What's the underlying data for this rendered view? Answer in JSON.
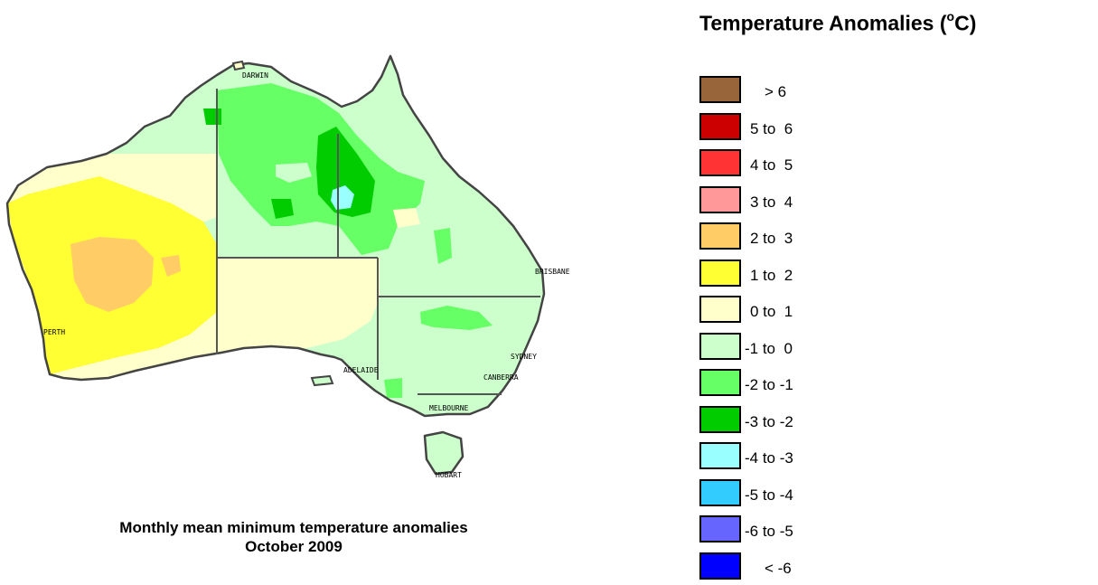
{
  "legend": {
    "title": "Temperature Anomalies (",
    "title_unit_degree": "o",
    "title_unit_suffix": "C)",
    "items": [
      {
        "label": "> 6",
        "color": "#98643a"
      },
      {
        "label": "5 to  6",
        "color": "#cc0000"
      },
      {
        "label": "4 to  5",
        "color": "#ff3333"
      },
      {
        "label": "3 to  4",
        "color": "#ff9999"
      },
      {
        "label": "2 to  3",
        "color": "#ffcc66"
      },
      {
        "label": "1 to  2",
        "color": "#ffff33"
      },
      {
        "label": "0 to  1",
        "color": "#ffffcc"
      },
      {
        "label": "-1 to  0",
        "color": "#ccffcc"
      },
      {
        "label": "-2 to -1",
        "color": "#66ff66"
      },
      {
        "label": "-3 to -2",
        "color": "#00cc00"
      },
      {
        "label": "-4 to -3",
        "color": "#99ffff"
      },
      {
        "label": "-5 to -4",
        "color": "#33ccff"
      },
      {
        "label": "-6 to -5",
        "color": "#6666ff"
      },
      {
        "label": "< -6",
        "color": "#0000ff"
      }
    ]
  },
  "caption": {
    "line1": "Monthly mean minimum temperature anomalies",
    "line2": "October 2009"
  },
  "cities": {
    "darwin": "DARWIN",
    "brisbane": "BRISBANE",
    "perth": "PERTH",
    "sydney": "SYDNEY",
    "adelaide": "ADELAIDE",
    "canberra": "CANBERRA",
    "melbourne": "MELBOURNE",
    "hobart": "HOBART"
  },
  "colors": {
    "border": "#555555",
    "coast": "#444444"
  }
}
